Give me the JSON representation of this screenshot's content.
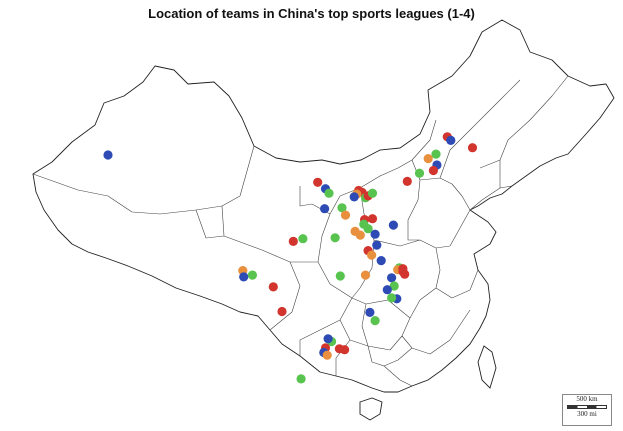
{
  "title": "Location of teams in China's top sports leagues (1-4)",
  "scale_bar": {
    "km_label": "500 km",
    "mi_label": "300 mi"
  },
  "colors": {
    "red": "#d1352e",
    "blue": "#2e4bb5",
    "green": "#58c44f",
    "orange": "#e8903e"
  },
  "teams": [
    {
      "color": "blue",
      "lon": 87.6,
      "lat": 43.8
    },
    {
      "color": "red",
      "lon": 126.6,
      "lat": 45.8
    },
    {
      "color": "blue",
      "lon": 127.0,
      "lat": 45.4
    },
    {
      "color": "red",
      "lon": 129.5,
      "lat": 44.6
    },
    {
      "color": "green",
      "lon": 125.3,
      "lat": 43.9
    },
    {
      "color": "orange",
      "lon": 124.4,
      "lat": 43.4
    },
    {
      "color": "blue",
      "lon": 125.4,
      "lat": 42.7
    },
    {
      "color": "red",
      "lon": 125.0,
      "lat": 42.1
    },
    {
      "color": "green",
      "lon": 123.4,
      "lat": 41.8
    },
    {
      "color": "red",
      "lon": 122.0,
      "lat": 40.9
    },
    {
      "color": "red",
      "lon": 111.7,
      "lat": 40.8
    },
    {
      "color": "blue",
      "lon": 112.6,
      "lat": 40.1
    },
    {
      "color": "green",
      "lon": 113.0,
      "lat": 39.6
    },
    {
      "color": "red",
      "lon": 116.4,
      "lat": 39.9
    },
    {
      "color": "red",
      "lon": 116.8,
      "lat": 39.7
    },
    {
      "color": "orange",
      "lon": 116.2,
      "lat": 39.5
    },
    {
      "color": "blue",
      "lon": 115.9,
      "lat": 39.2
    },
    {
      "color": "green",
      "lon": 117.2,
      "lat": 39.1
    },
    {
      "color": "red",
      "lon": 117.5,
      "lat": 39.3
    },
    {
      "color": "green",
      "lon": 118.0,
      "lat": 39.6
    },
    {
      "color": "green",
      "lon": 114.5,
      "lat": 38.0
    },
    {
      "color": "orange",
      "lon": 114.9,
      "lat": 37.2
    },
    {
      "color": "blue",
      "lon": 112.5,
      "lat": 37.9
    },
    {
      "color": "red",
      "lon": 117.1,
      "lat": 36.7
    },
    {
      "color": "green",
      "lon": 117.0,
      "lat": 36.2
    },
    {
      "color": "blue",
      "lon": 120.4,
      "lat": 36.1
    },
    {
      "color": "red",
      "lon": 118.0,
      "lat": 36.8
    },
    {
      "color": "orange",
      "lon": 116.0,
      "lat": 35.4
    },
    {
      "color": "green",
      "lon": 117.5,
      "lat": 35.7
    },
    {
      "color": "blue",
      "lon": 118.3,
      "lat": 35.1
    },
    {
      "color": "orange",
      "lon": 116.6,
      "lat": 35.0
    },
    {
      "color": "red",
      "lon": 108.9,
      "lat": 34.3
    },
    {
      "color": "green",
      "lon": 110.0,
      "lat": 34.6
    },
    {
      "color": "green",
      "lon": 113.7,
      "lat": 34.7
    },
    {
      "color": "blue",
      "lon": 118.5,
      "lat": 33.9
    },
    {
      "color": "red",
      "lon": 117.5,
      "lat": 33.3
    },
    {
      "color": "orange",
      "lon": 117.9,
      "lat": 32.8
    },
    {
      "color": "blue",
      "lon": 119.0,
      "lat": 32.2
    },
    {
      "color": "green",
      "lon": 121.1,
      "lat": 31.4
    },
    {
      "color": "orange",
      "lon": 120.9,
      "lat": 31.2
    },
    {
      "color": "red",
      "lon": 121.5,
      "lat": 31.0
    },
    {
      "color": "red",
      "lon": 121.5,
      "lat": 31.3
    },
    {
      "color": "red",
      "lon": 121.7,
      "lat": 30.7
    },
    {
      "color": "green",
      "lon": 114.3,
      "lat": 30.5
    },
    {
      "color": "orange",
      "lon": 117.2,
      "lat": 30.6
    },
    {
      "color": "blue",
      "lon": 120.2,
      "lat": 30.3
    },
    {
      "color": "green",
      "lon": 120.5,
      "lat": 29.4
    },
    {
      "color": "blue",
      "lon": 119.7,
      "lat": 29.0
    },
    {
      "color": "blue",
      "lon": 120.8,
      "lat": 28.0
    },
    {
      "color": "green",
      "lon": 120.2,
      "lat": 28.1
    },
    {
      "color": "orange",
      "lon": 103.1,
      "lat": 31.1
    },
    {
      "color": "green",
      "lon": 104.2,
      "lat": 30.6
    },
    {
      "color": "blue",
      "lon": 103.2,
      "lat": 30.4
    },
    {
      "color": "red",
      "lon": 106.6,
      "lat": 29.3
    },
    {
      "color": "red",
      "lon": 107.6,
      "lat": 26.6
    },
    {
      "color": "blue",
      "lon": 117.7,
      "lat": 26.5
    },
    {
      "color": "green",
      "lon": 118.3,
      "lat": 25.6
    },
    {
      "color": "green",
      "lon": 113.3,
      "lat": 23.3
    },
    {
      "color": "red",
      "lon": 112.6,
      "lat": 22.6
    },
    {
      "color": "blue",
      "lon": 112.4,
      "lat": 22.1
    },
    {
      "color": "orange",
      "lon": 112.8,
      "lat": 21.8
    },
    {
      "color": "red",
      "lon": 114.2,
      "lat": 22.5
    },
    {
      "color": "red",
      "lon": 114.8,
      "lat": 22.4
    },
    {
      "color": "blue",
      "lon": 112.9,
      "lat": 23.6
    },
    {
      "color": "green",
      "lon": 109.8,
      "lat": 19.2
    }
  ]
}
